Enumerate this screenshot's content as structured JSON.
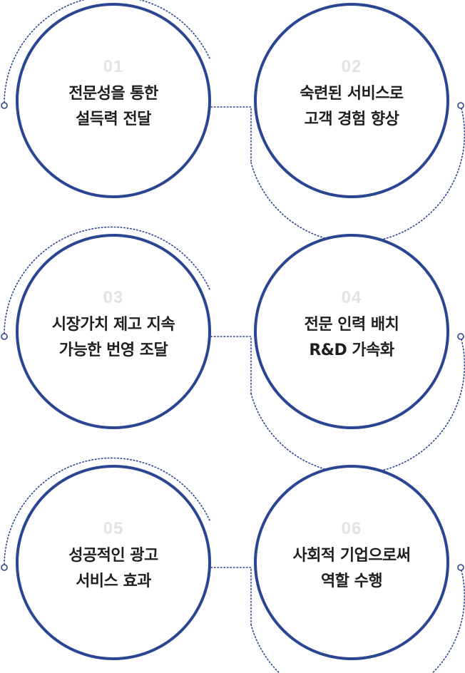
{
  "colors": {
    "ring": "#2b4593",
    "dots": "#2b4593",
    "number": "#e3e3e3",
    "text": "#1f1f1f"
  },
  "items": [
    {
      "number": "01",
      "line1": "전문성을 통한",
      "line2": "설득력 전달"
    },
    {
      "number": "02",
      "line1": "숙련된 서비스로",
      "line2": "고객 경험 향상"
    },
    {
      "number": "03",
      "line1": "시장가치 제고 지속",
      "line2": "가능한 번영 조달"
    },
    {
      "number": "04",
      "line1": "전문 인력 배치",
      "line2": "R&D 가속화"
    },
    {
      "number": "05",
      "line1": "성공적인 광고",
      "line2": "서비스 효과"
    },
    {
      "number": "06",
      "line1": "사회적 기업으로써",
      "line2": "역할 수행"
    }
  ]
}
